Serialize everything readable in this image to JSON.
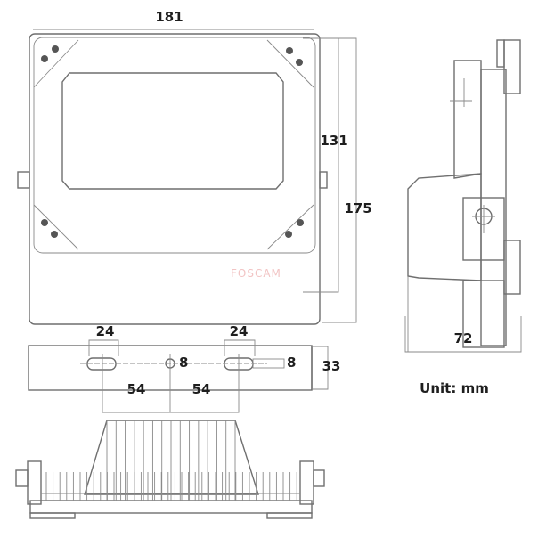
{
  "drawing": {
    "front_view": {
      "width_label": "181",
      "window_height_label": "131",
      "height_label": "175"
    },
    "side_view": {
      "depth_label": "72"
    },
    "bracket_view": {
      "slot_width_left": "24",
      "slot_width_right": "24",
      "hole_label": "8",
      "slot_height_label": "8",
      "bracket_height_label": "33",
      "spacing_left": "54",
      "spacing_right": "54"
    },
    "unit_note": "Unit: mm",
    "watermark": "FOSCAM",
    "line_color": "#6f6f6f",
    "text_color": "#1e1e1e",
    "watermark_color": "#f2c4c4"
  }
}
